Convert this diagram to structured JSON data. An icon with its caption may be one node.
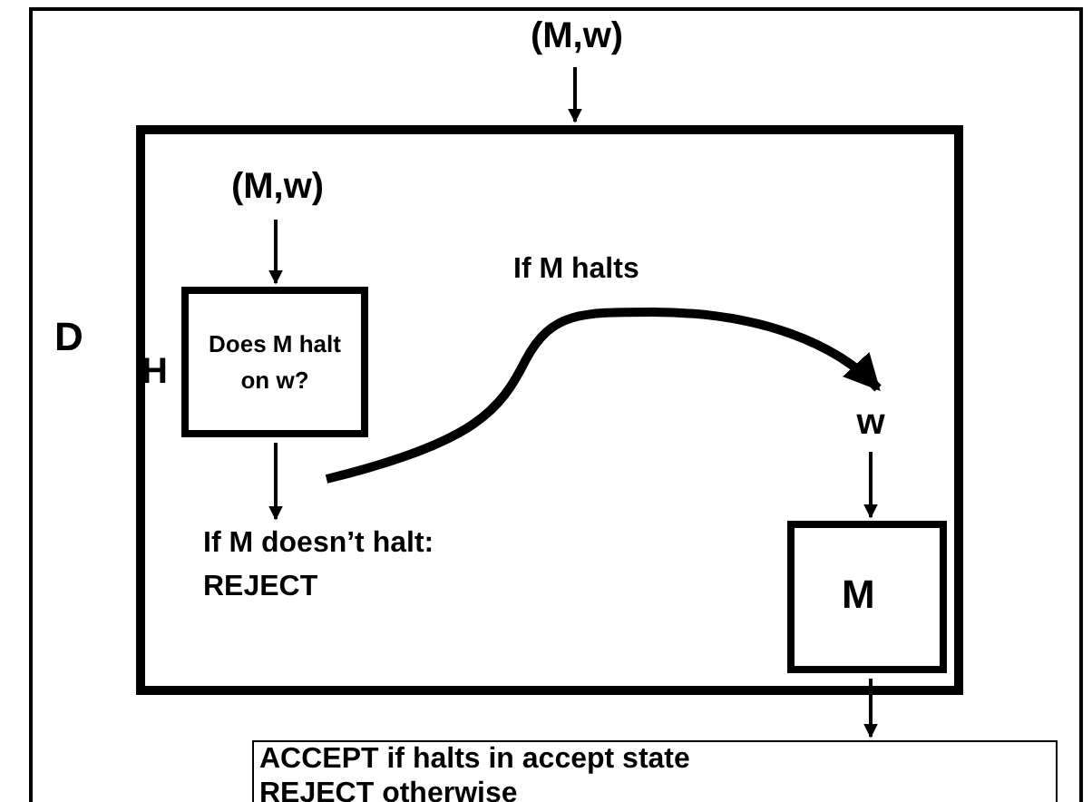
{
  "diagram": {
    "nodes": [
      {
        "text": [],
        "shape": "box"
      },
      {
        "text": [
          "(M,w)"
        ],
        "in": 0
      },
      {
        "text": [
          "D"
        ],
        "in": 0
      },
      {
        "text": [
          "(M,w)"
        ],
        "in": 2
      },
      {
        "text": [
          "H",
          "Does M halt on w?"
        ],
        "in": 2
      },
      {
        "text": [
          "If M doesn’t halt: REJECT"
        ],
        "in": 2
      },
      {
        "text": [
          "w"
        ],
        "in": 2
      },
      {
        "text": [
          "M"
        ],
        "in": 2
      },
      {
        "text": [
          "ACCEPT if halts in accept state REJECT otherwise"
        ],
        "in": 0
      }
    ],
    "edges": [
      {
        "from": 1,
        "to": 2,
        "arrow": "to"
      },
      {
        "from": 3,
        "to": 4,
        "arrow": "to"
      },
      {
        "from": 4,
        "to": 5,
        "arrow": "to"
      },
      {
        "from": null,
        "to": 6,
        "arrow": "to",
        "label": "If M halts",
        "style": "thick"
      },
      {
        "from": 6,
        "to": 7,
        "arrow": "to"
      },
      {
        "from": 7,
        "to": 8,
        "arrow": "to"
      }
    ]
  }
}
